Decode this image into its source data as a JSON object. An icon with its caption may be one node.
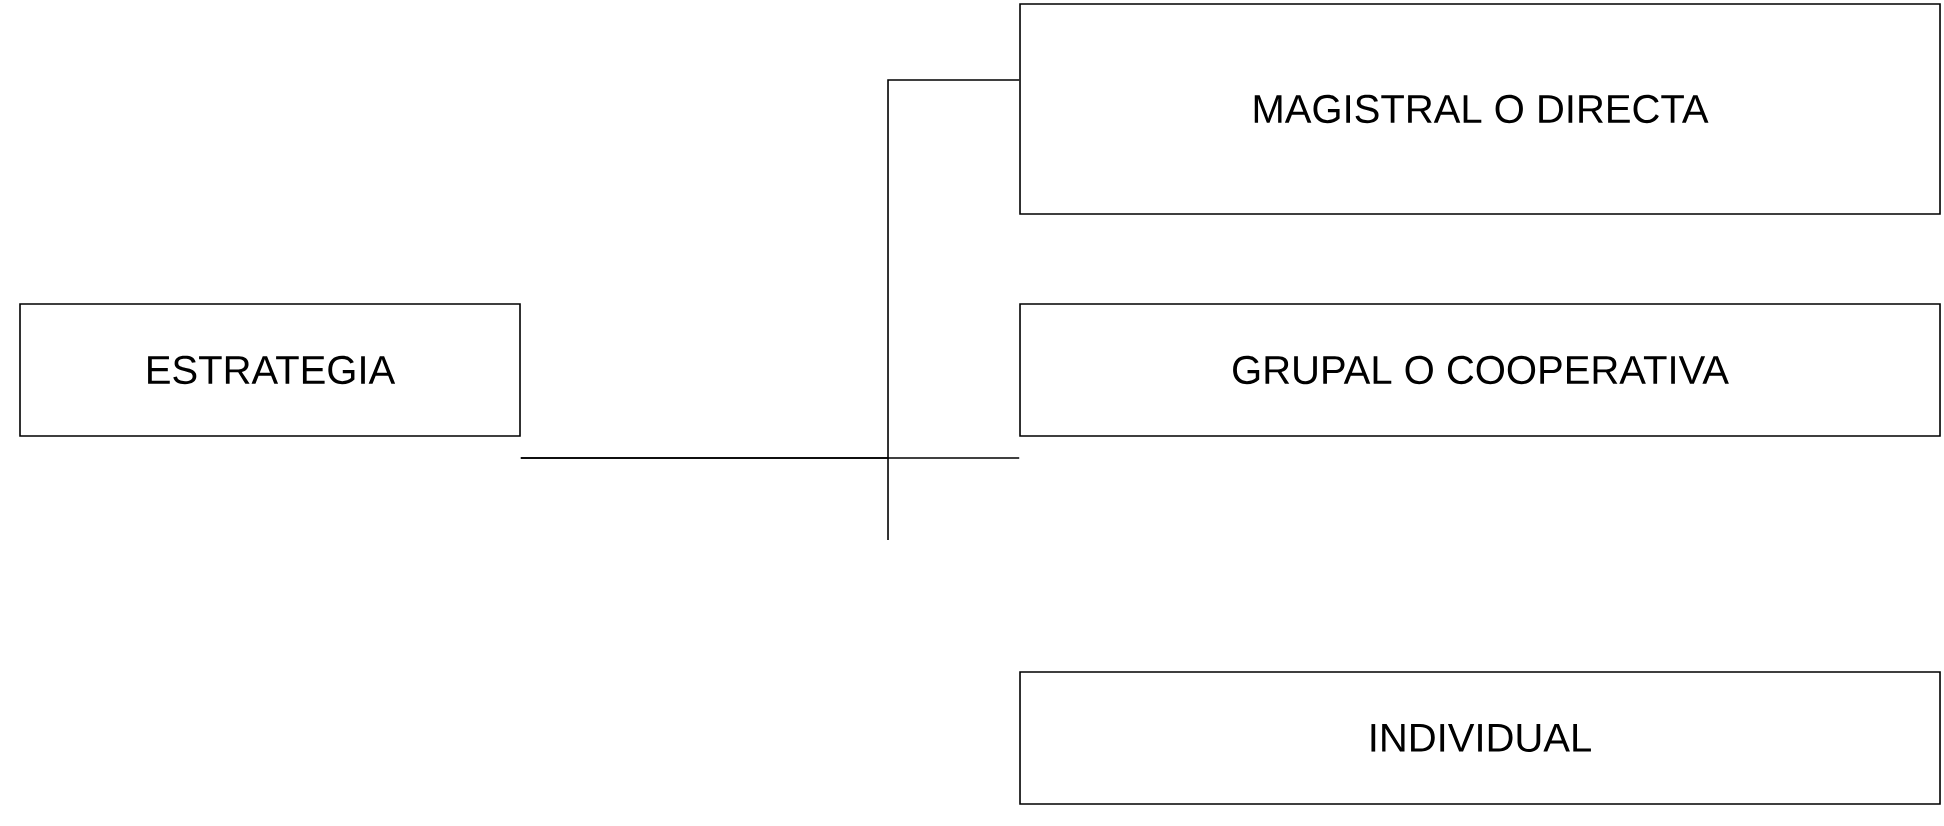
{
  "diagram": {
    "nodes": [
      {
        "text": [
          "ESTRATEGIA"
        ]
      },
      {
        "text": [
          "MAGISTRAL O DIRECTA"
        ]
      },
      {
        "text": [
          "GRUPAL O COOPERATIVA"
        ]
      },
      {
        "text": [
          "INDIVIDUAL"
        ]
      }
    ],
    "edges": [
      {
        "from": 0,
        "to": 1,
        "arrow": "none"
      },
      {
        "from": 0,
        "to": 2,
        "arrow": "none"
      }
    ]
  }
}
